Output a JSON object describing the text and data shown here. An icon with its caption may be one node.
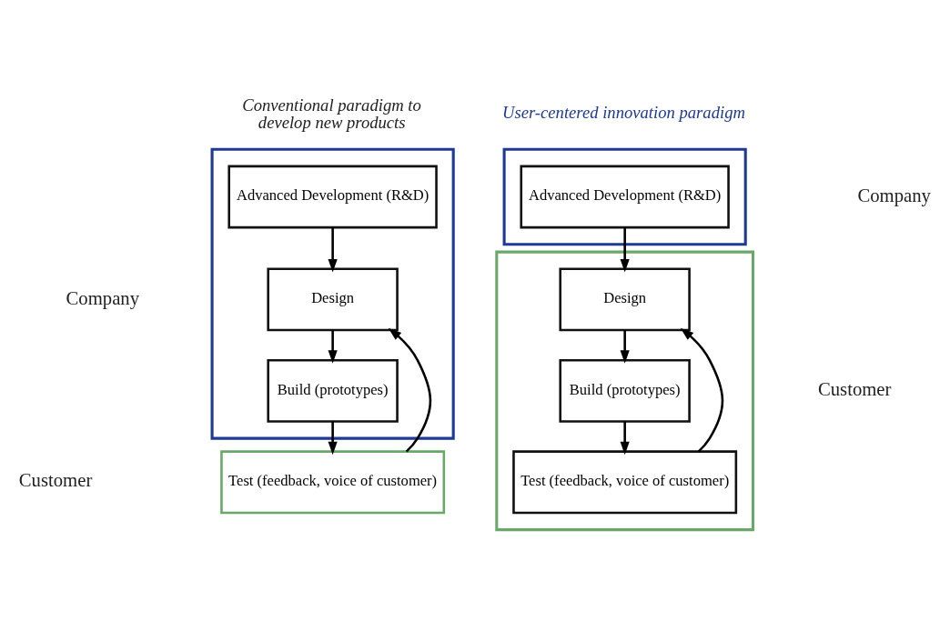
{
  "diagram": {
    "nodes": [
      {
        "text": [],
        "shape": "box"
      },
      {
        "text": [
          "Advanced Development (R&D)"
        ],
        "in": 0
      },
      {
        "text": [
          "Design"
        ],
        "in": 0
      },
      {
        "text": [
          "Build (prototypes)"
        ],
        "in": 0
      },
      {
        "text": [
          "Test (feedback, voice of customer)"
        ]
      },
      {
        "text": [],
        "shape": "box"
      },
      {
        "text": [
          "Advanced Development (R&D)"
        ],
        "in": 5
      },
      {
        "text": [],
        "shape": "box"
      },
      {
        "text": [
          "Design"
        ],
        "in": 7
      },
      {
        "text": [
          "Build (prototypes)"
        ],
        "in": 7
      },
      {
        "text": [
          "Test (feedback, voice of customer)"
        ],
        "in": 7
      }
    ],
    "edges": [
      {
        "from": 1,
        "to": 2,
        "arrow": "to"
      },
      {
        "from": 2,
        "to": 3,
        "arrow": "to"
      },
      {
        "from": 3,
        "to": 4,
        "arrow": "to"
      },
      {
        "from": 4,
        "to": 2,
        "arrow": "to"
      },
      {
        "from": 6,
        "to": 8,
        "arrow": "to"
      },
      {
        "from": 8,
        "to": 9,
        "arrow": "to"
      },
      {
        "from": 9,
        "to": 10,
        "arrow": "to"
      },
      {
        "from": 10,
        "to": 8,
        "arrow": "to"
      }
    ],
    "labels": [
      "Conventional paradigm to develop new products",
      "User-centered innovation paradigm",
      "Company",
      "Company",
      "Customer",
      "Customer"
    ]
  }
}
